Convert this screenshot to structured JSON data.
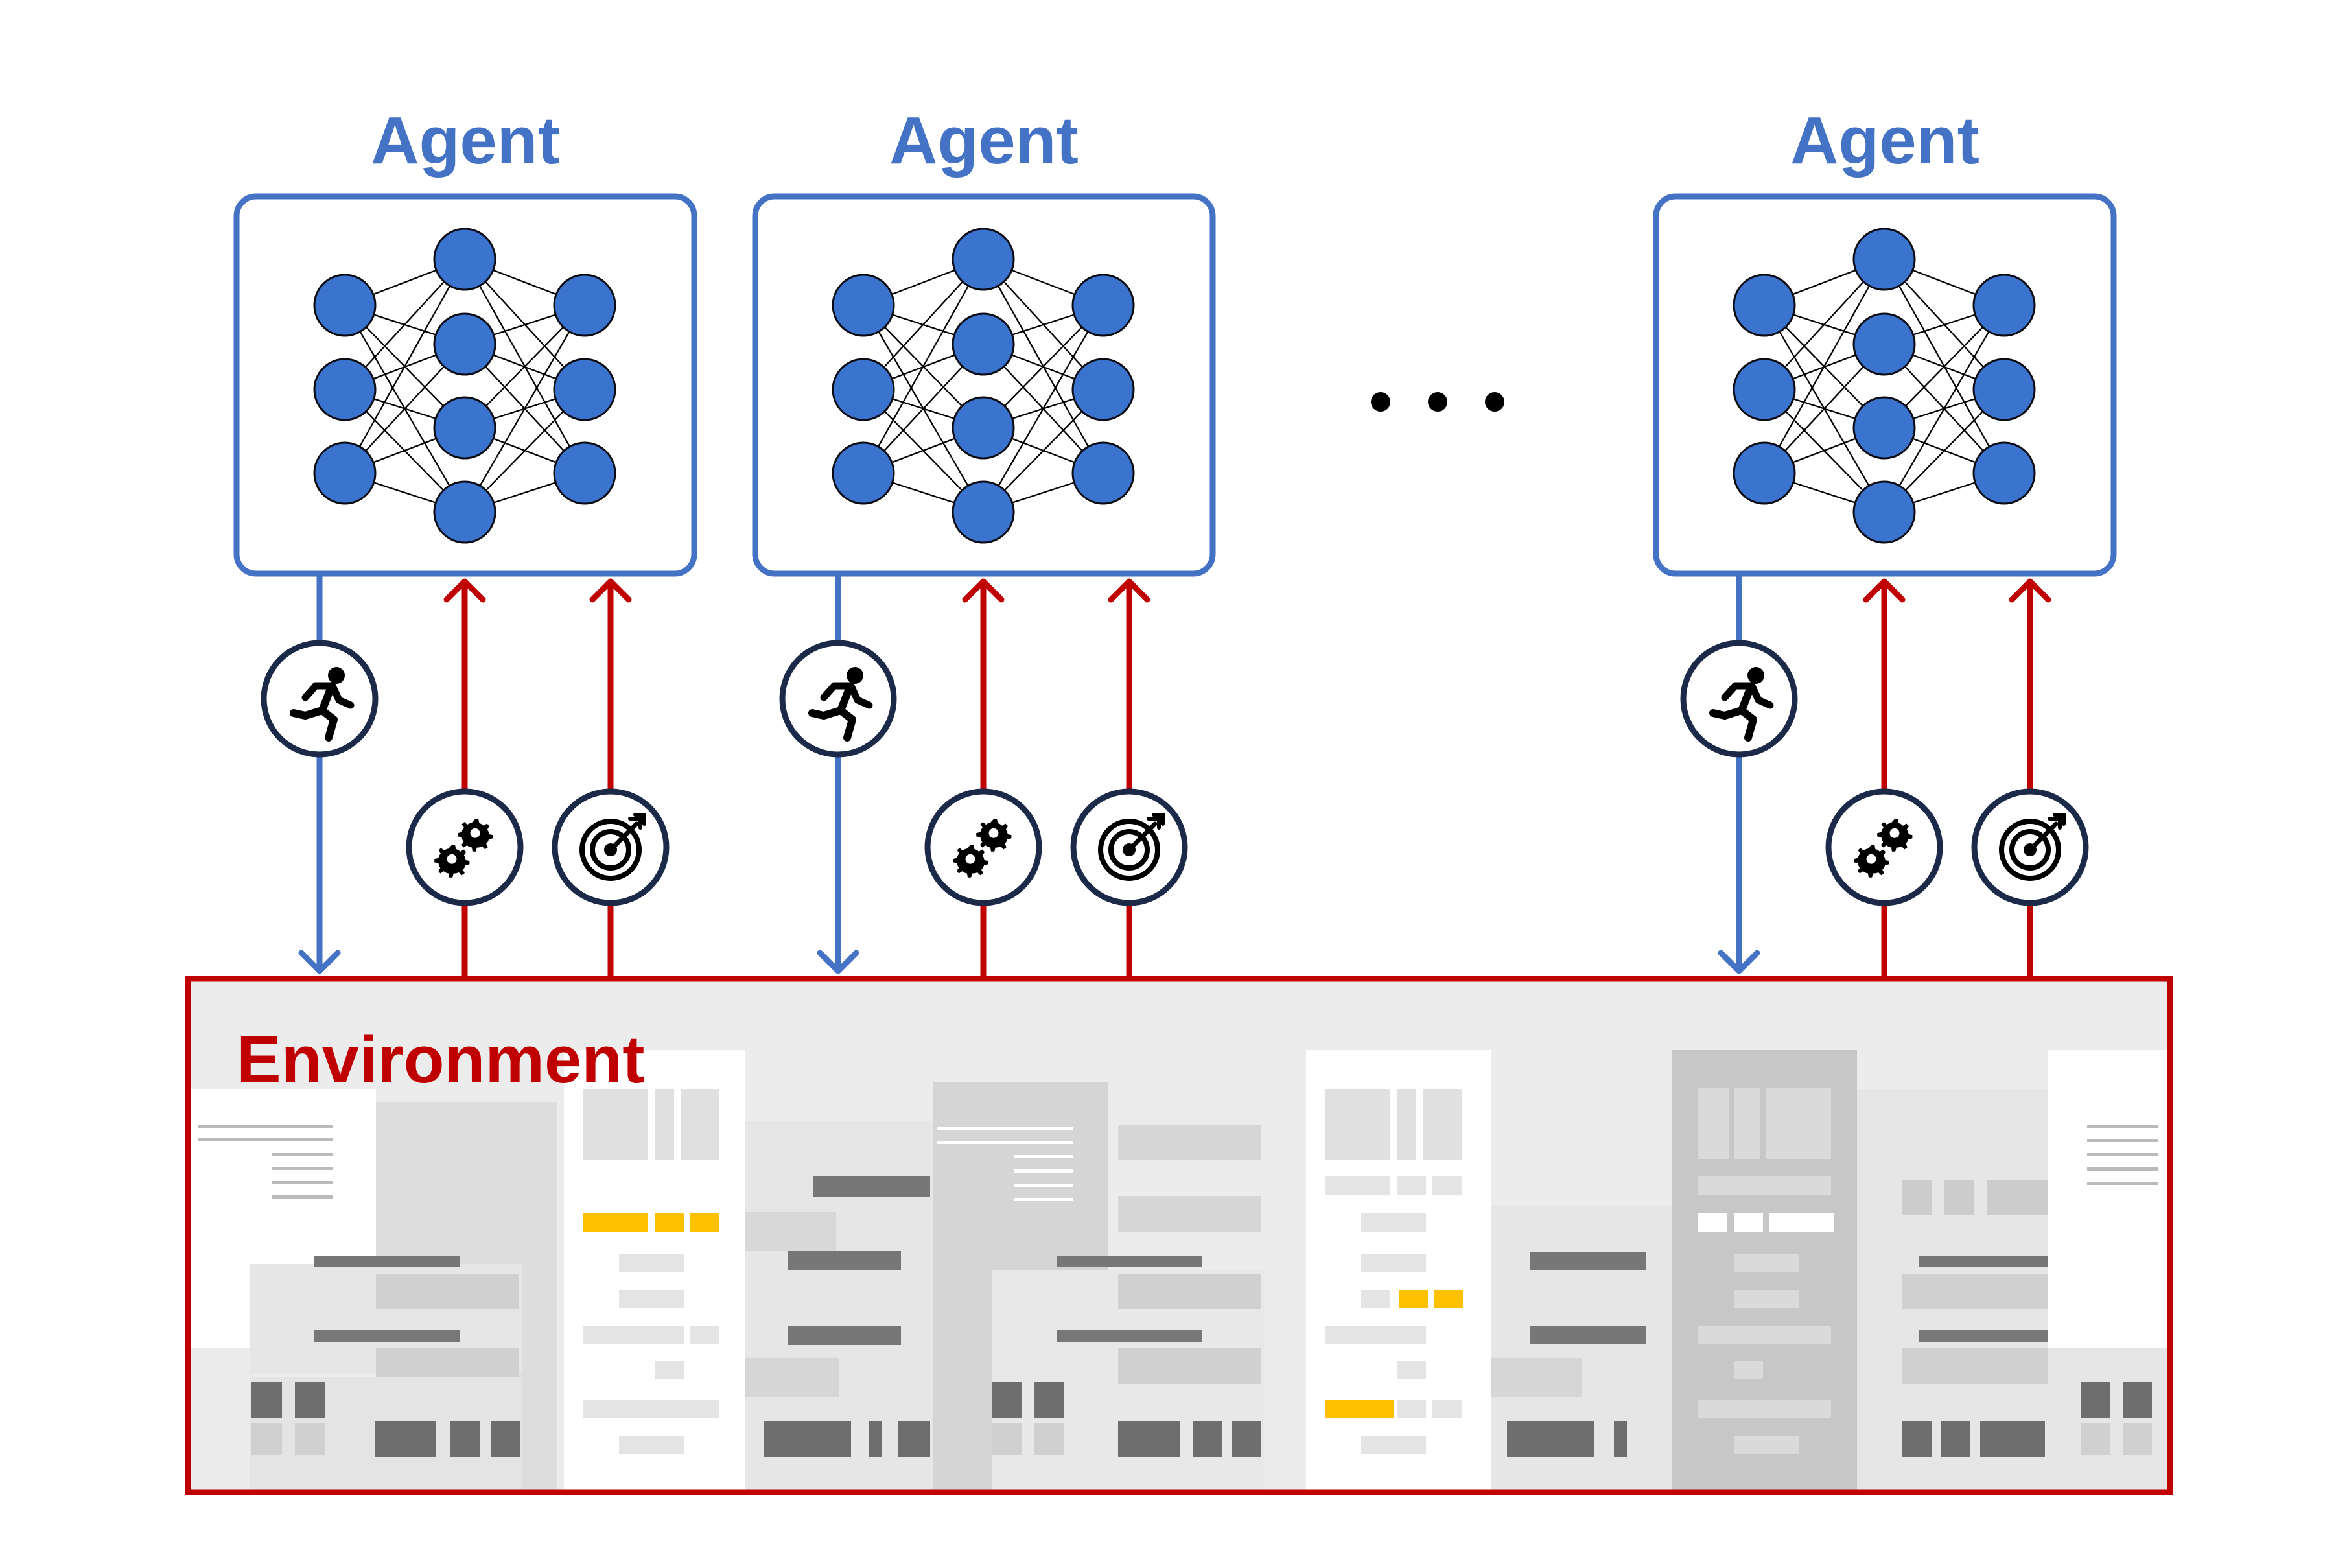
{
  "agents": [
    {
      "label": "Agent"
    },
    {
      "label": "Agent"
    },
    {
      "label": "Agent"
    }
  ],
  "ellipsis": "• • •",
  "environment": {
    "label": "Environment"
  },
  "icons": {
    "action": "running-person-icon",
    "state": "gears-icon",
    "reward": "target-icon"
  },
  "colors": {
    "agent_blue": "#4472C4",
    "node_blue": "#3A74CE",
    "env_red": "#C00000",
    "highlight_yellow": "#FFC000",
    "badge_ring": "#1C2A4A"
  }
}
